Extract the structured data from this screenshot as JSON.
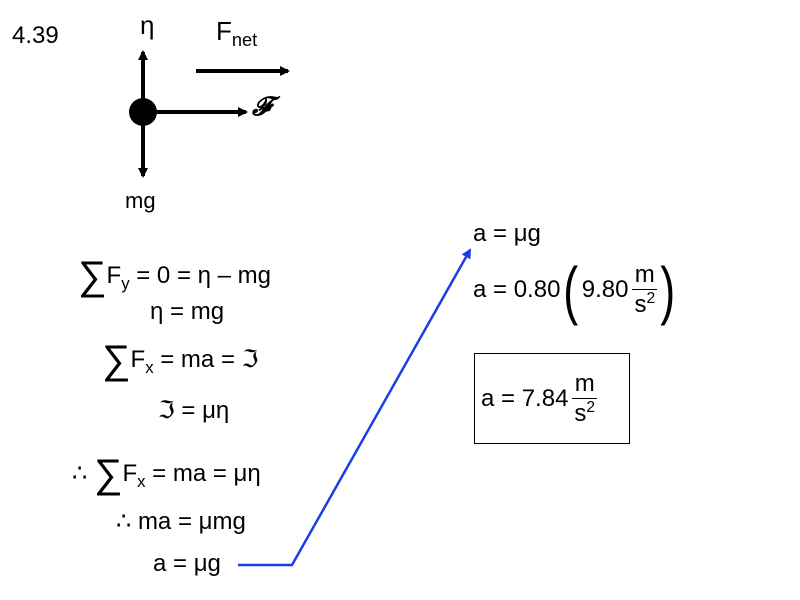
{
  "problem_number": "4.39",
  "fbd": {
    "normal_label": "η",
    "weight_label": "mg",
    "force_label": "𝓕",
    "net_label_base": "F",
    "net_label_sub": "net"
  },
  "equations": {
    "sum_y": {
      "sym": "∑",
      "F": "F",
      "sub": "y",
      "rhs": " = 0 = η – mg"
    },
    "eta_eq": "η = mg",
    "sum_x": {
      "sym": "∑",
      "F": "F",
      "sub": "x",
      "rhs": " = ma = ℑ"
    },
    "friction_eq": "ℑ = μη",
    "therefore_sum": {
      "prefix": "∴ ",
      "sym": "∑",
      "F": "F",
      "sub": "x",
      "rhs": " = ma = μη"
    },
    "therefore_ma": "∴ ma = μmg",
    "result_left": "a = μg"
  },
  "right_work": {
    "line1": "a = μg",
    "line2_prefix": "a = 0.80",
    "line2_value": "9.80",
    "unit_num": "m",
    "unit_den_base": "s",
    "unit_den_exp": "2",
    "final_prefix": "a = 7.84"
  },
  "colors": {
    "connector": "#1a3ee6",
    "ink": "#000000"
  }
}
